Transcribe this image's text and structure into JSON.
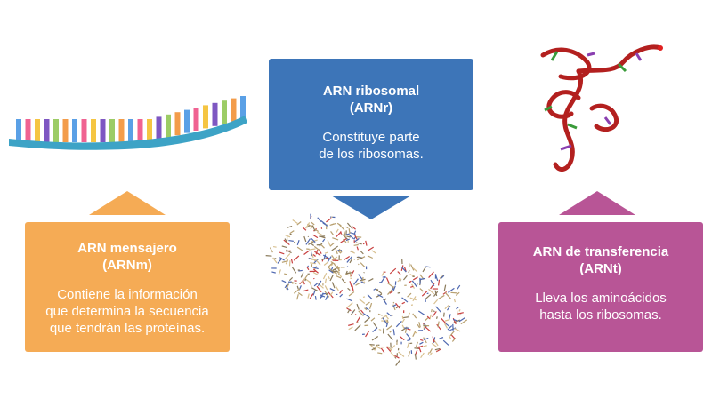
{
  "mensajero": {
    "title_lines": [
      "ARN mensajero",
      "(ARNm)"
    ],
    "body_lines": [
      "Contiene la información",
      "que determina la secuencia",
      "que tendrán las proteínas."
    ],
    "color": "#f5ab55"
  },
  "ribosomal": {
    "title_lines": [
      "ARN ribosomal",
      "(ARNr)"
    ],
    "body_lines": [
      "Constituye parte",
      "de los ribosomas."
    ],
    "color": "#3d75b8"
  },
  "transferencia": {
    "title_lines": [
      "ARN de transferencia",
      "(ARNt)"
    ],
    "body_lines": [
      "Lleva los aminoácidos",
      "hasta los ribosomas."
    ],
    "color": "#b85596"
  },
  "illustrations": [
    {
      "name": "mrna-strand-illustration",
      "icon": "mrna-ribbon"
    },
    {
      "name": "ribosome-structure-illustration",
      "icon": "ribosome-subunits"
    },
    {
      "name": "trna-structure-illustration",
      "icon": "trna-cloverleaf"
    }
  ]
}
